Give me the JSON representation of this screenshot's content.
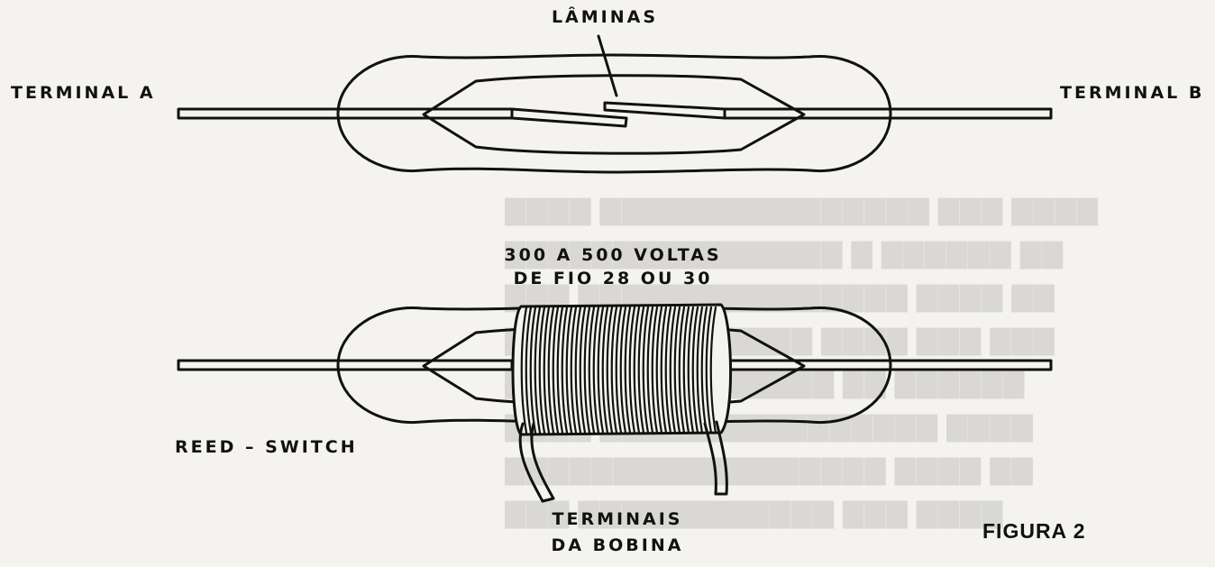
{
  "labels": {
    "laminas": "LÂMINAS",
    "terminal_a": "TERMINAL A",
    "terminal_b": "TERMINAL B",
    "coil_line1": "300 A 500 VOLTAS",
    "coil_line2": "DE FIO 28 OU 30",
    "reed_switch": "REED – SWITCH",
    "terminais_line1": "TERMINAIS",
    "terminais_line2": "DA BOBINA",
    "figure": "FIGURA 2"
  },
  "colors": {
    "ink": "#111111",
    "paper": "#f4f3ef",
    "bleed": "#d9d8d4"
  }
}
